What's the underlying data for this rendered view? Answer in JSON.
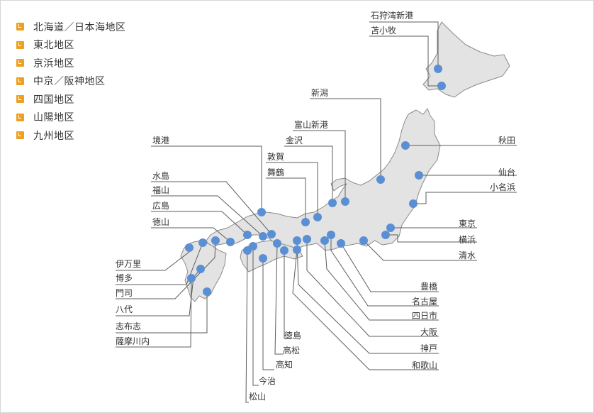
{
  "regions": [
    {
      "label": "北海道／日本海地区",
      "icon": "arrow-bullet-icon"
    },
    {
      "label": "東北地区",
      "icon": "arrow-bullet-icon"
    },
    {
      "label": "京浜地区",
      "icon": "arrow-bullet-icon"
    },
    {
      "label": "中京／阪神地区",
      "icon": "arrow-bullet-icon"
    },
    {
      "label": "四国地区",
      "icon": "arrow-bullet-icon"
    },
    {
      "label": "山陽地区",
      "icon": "arrow-bullet-icon"
    },
    {
      "label": "九州地区",
      "icon": "arrow-bullet-icon"
    }
  ],
  "ports": [
    {
      "label": "石狩湾新港",
      "icon": "port-marker"
    },
    {
      "label": "苫小牧",
      "icon": "port-marker"
    },
    {
      "label": "新潟",
      "icon": "port-marker"
    },
    {
      "label": "富山新港",
      "icon": "port-marker"
    },
    {
      "label": "金沢",
      "icon": "port-marker"
    },
    {
      "label": "敦賀",
      "icon": "port-marker"
    },
    {
      "label": "舞鶴",
      "icon": "port-marker"
    },
    {
      "label": "境港",
      "icon": "port-marker"
    },
    {
      "label": "秋田",
      "icon": "port-marker"
    },
    {
      "label": "仙台",
      "icon": "port-marker"
    },
    {
      "label": "小名浜",
      "icon": "port-marker"
    },
    {
      "label": "東京",
      "icon": "port-marker"
    },
    {
      "label": "横浜",
      "icon": "port-marker"
    },
    {
      "label": "清水",
      "icon": "port-marker"
    },
    {
      "label": "水島",
      "icon": "port-marker"
    },
    {
      "label": "福山",
      "icon": "port-marker"
    },
    {
      "label": "広島",
      "icon": "port-marker"
    },
    {
      "label": "徳山",
      "icon": "port-marker"
    },
    {
      "label": "伊万里",
      "icon": "port-marker"
    },
    {
      "label": "博多",
      "icon": "port-marker"
    },
    {
      "label": "門司",
      "icon": "port-marker"
    },
    {
      "label": "八代",
      "icon": "port-marker"
    },
    {
      "label": "志布志",
      "icon": "port-marker"
    },
    {
      "label": "薩摩川内",
      "icon": "port-marker"
    },
    {
      "label": "豊橋",
      "icon": "port-marker"
    },
    {
      "label": "名古屋",
      "icon": "port-marker"
    },
    {
      "label": "四日市",
      "icon": "port-marker"
    },
    {
      "label": "大阪",
      "icon": "port-marker"
    },
    {
      "label": "神戸",
      "icon": "port-marker"
    },
    {
      "label": "和歌山",
      "icon": "port-marker"
    },
    {
      "label": "徳島",
      "icon": "port-marker"
    },
    {
      "label": "高松",
      "icon": "port-marker"
    },
    {
      "label": "高知",
      "icon": "port-marker"
    },
    {
      "label": "今治",
      "icon": "port-marker"
    },
    {
      "label": "松山",
      "icon": "port-marker"
    }
  ],
  "colors": {
    "accent_bullet": "#f0a020",
    "port_dot": "#5b8fd4",
    "land_fill": "#e3e3e3",
    "coast_stroke": "#8a8a8a",
    "leader_line": "#5c5c5c",
    "text": "#333333",
    "frame_border": "#d6d6d6"
  }
}
